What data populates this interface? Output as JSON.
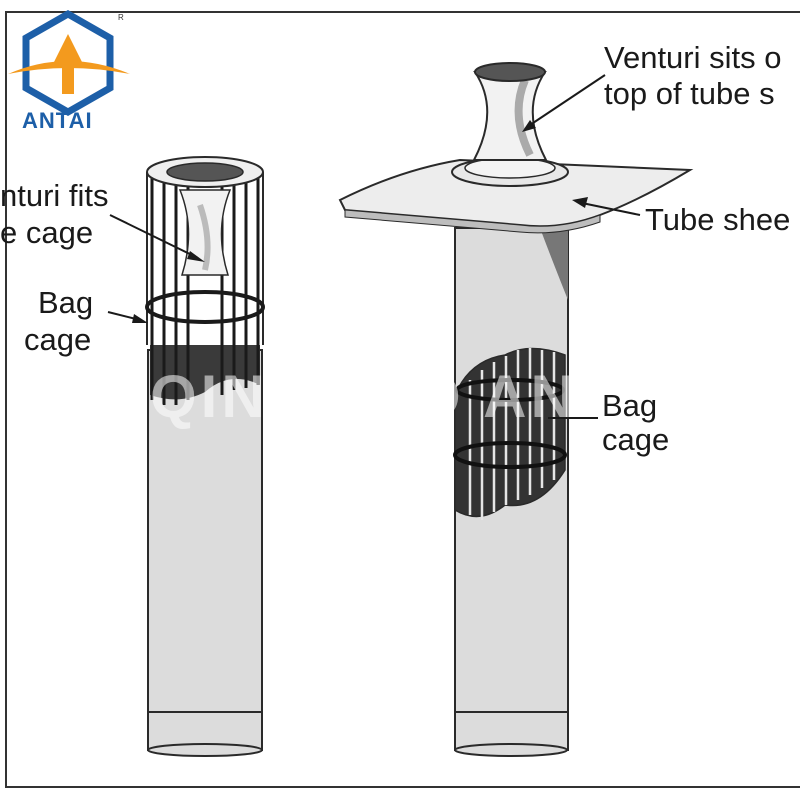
{
  "logo": {
    "text": "ANTAI",
    "registered_mark": "R"
  },
  "watermark": "QINGDAO ANTAI",
  "labels": {
    "venturi_fits_line1": "nturi fits",
    "venturi_fits_line2": "e cage",
    "bag_cage_left_line1": "Bag",
    "bag_cage_left_line2": "cage",
    "venturi_sits_line1": "Venturi sits o",
    "venturi_sits_line2": "top of tube s",
    "tube_sheet": "Tube shee",
    "bag_cage_right_line1": "Bag",
    "bag_cage_right_line2": "cage"
  },
  "colors": {
    "bag_fill": "#dcdcdc",
    "outline": "#2a2a2a",
    "dark_interior": "#555555",
    "logo_blue": "#1d5fa8",
    "logo_orange": "#f39a1e"
  }
}
